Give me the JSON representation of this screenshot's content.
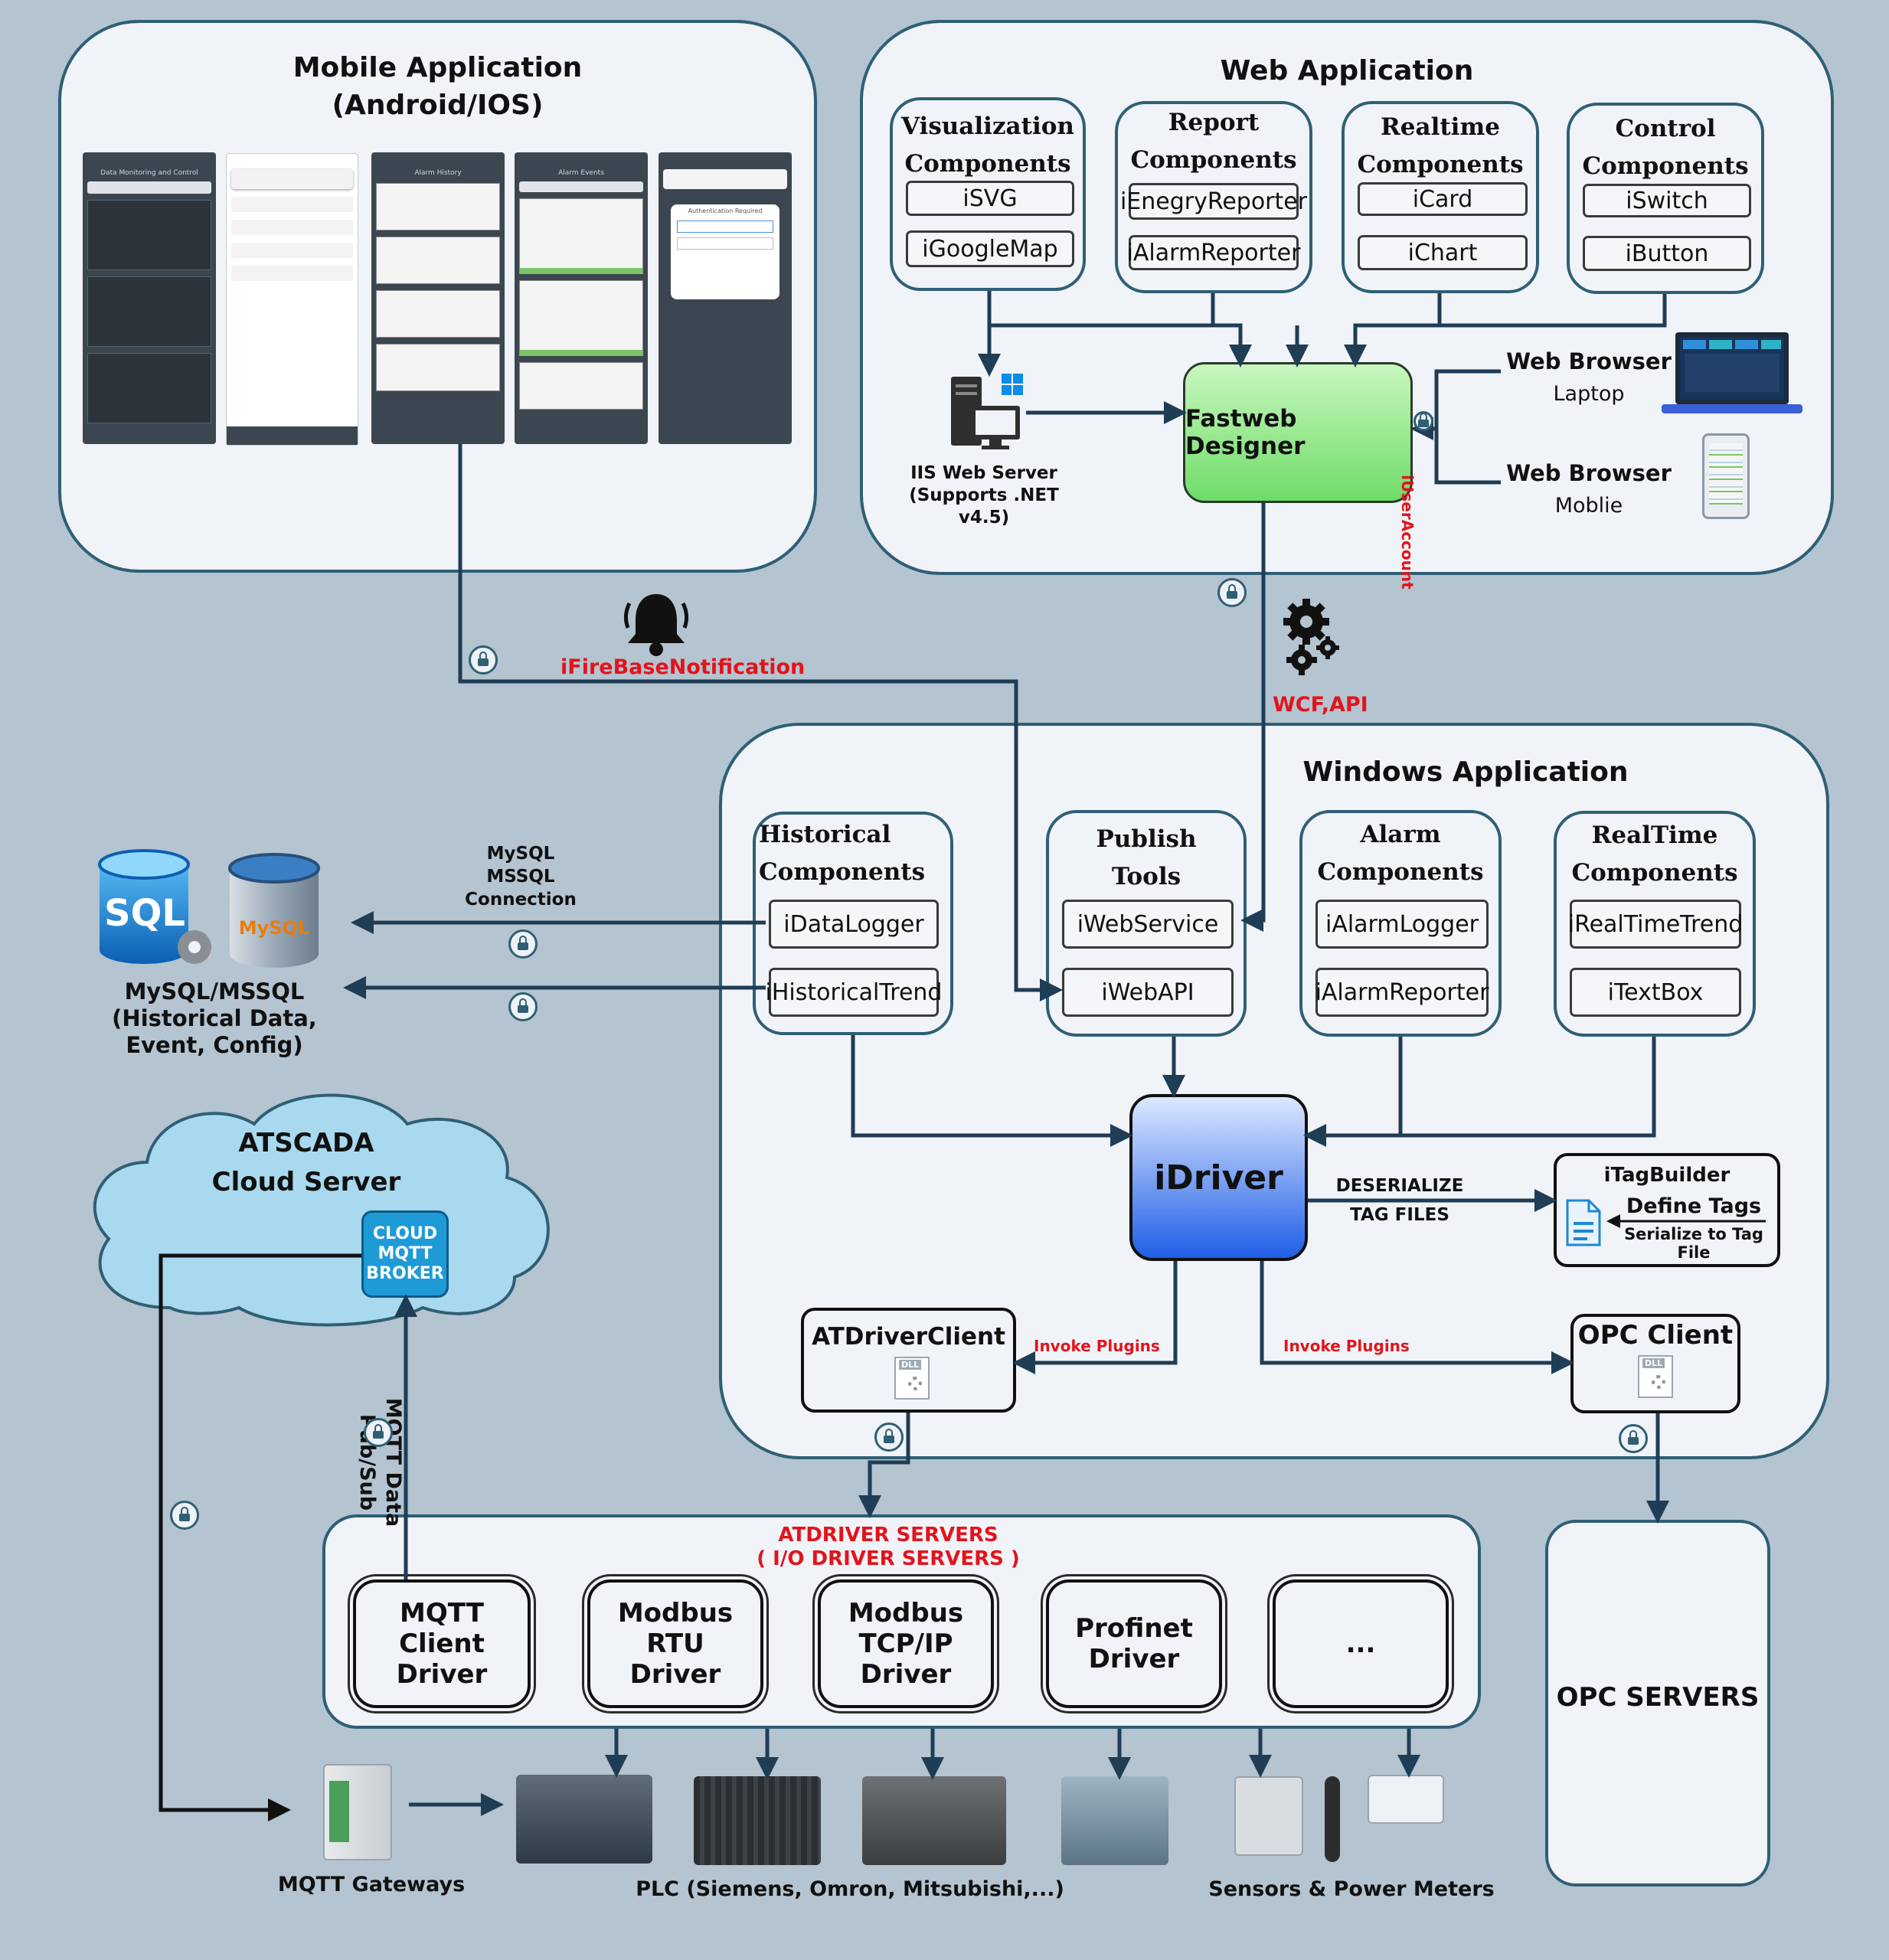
{
  "mobile": {
    "title": "Mobile Application\n(Android/IOS)",
    "phone_texts": [
      "Data Monitoring and Control",
      "Alarm History",
      "Alarm Events",
      "Authentication Required"
    ]
  },
  "web": {
    "title": "Web Application",
    "groups": [
      {
        "title": "Visualization\nComponents",
        "items": [
          "iSVG",
          "iGoogleMap"
        ]
      },
      {
        "title": "Report\nComponents",
        "items": [
          "iEnegryReporter",
          "iAlarmReporter"
        ]
      },
      {
        "title": "Realtime\nComponents",
        "items": [
          "iCard",
          "iChart"
        ]
      },
      {
        "title": "Control\nComponents",
        "items": [
          "iSwitch",
          "iButton"
        ]
      }
    ],
    "iis": "IIS Web Server\n(Supports .NET\nv4.5)",
    "designer": "Fastweb Designer",
    "user_account": "iUserAccount",
    "browser_laptop_title": "Web Browser",
    "browser_laptop_sub": "Laptop",
    "browser_mobile_title": "Web Browser",
    "browser_mobile_sub": "Moblie"
  },
  "notification": "iFireBaseNotification",
  "wcf": "WCF,API",
  "windows": {
    "title": "Windows Application",
    "groups": [
      {
        "title": "Historical\nComponents",
        "items": [
          "iDataLogger",
          "iHistoricalTrend"
        ]
      },
      {
        "title": "Publish\nTools",
        "items": [
          "iWebService",
          "iWebAPI"
        ]
      },
      {
        "title": "Alarm\nComponents",
        "items": [
          "iAlarmLogger",
          "iAlarmReporter"
        ]
      },
      {
        "title": "RealTime\nComponents",
        "items": [
          "iRealTimeTrend",
          "iTextBox"
        ]
      }
    ],
    "idriver": "iDriver",
    "deserialize": "DESERIALIZE\nTAG FILES",
    "tagbuilder_title": "iTagBuilder",
    "tagbuilder_define": "Define Tags",
    "tagbuilder_serialize": "Serialize to Tag\nFile",
    "atdriverclient": "ATDriverClient",
    "opcclient": "OPC Client",
    "invoke_left": "Invoke Plugins",
    "invoke_right": "Invoke Plugins",
    "dll": "DLL"
  },
  "db": {
    "connection": "MySQL\nMSSQL\nConnection",
    "sql_logo": "SQL",
    "mysql_logo": "MySQL",
    "label": "MySQL/MSSQL\n(Historical Data,\nEvent, Config)"
  },
  "cloud": {
    "title": "ATSCADA\nCloud Server",
    "broker": "CLOUD\nMQTT\nBROKER",
    "mqtt_data": "MQTT Data\nPub/Sub"
  },
  "servers": {
    "title": "ATDRIVER SERVERS\n( I/O DRIVER SERVERS )",
    "drivers": [
      "MQTT\nClient\nDriver",
      "Modbus\nRTU\nDriver",
      "Modbus\nTCP/IP\nDriver",
      "Profinet\nDriver",
      "..."
    ],
    "opc_servers": "OPC SERVERS"
  },
  "bottom": {
    "gateways": "MQTT Gateways",
    "plc": "PLC (Siemens, Omron, Mitsubishi,...)",
    "sensors": "Sensors & Power Meters"
  },
  "colors": {
    "background": "#b4c4d0",
    "panel": "#f0f3f8",
    "border": "#2f5f75",
    "line": "#1f3d55",
    "red": "#e2141b",
    "designer_green": "#7fe27a",
    "idriver_blue": "#2f6fe8",
    "cloud": "#a9d9ee",
    "broker": "#1e9bd7"
  }
}
